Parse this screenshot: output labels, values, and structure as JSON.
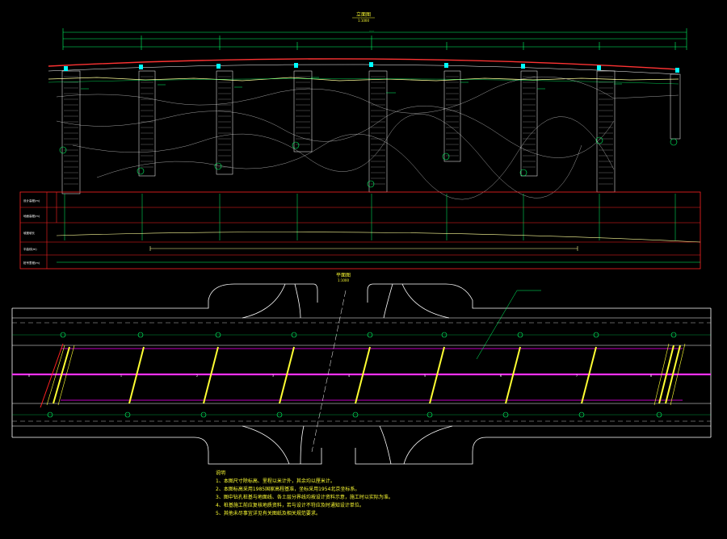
{
  "drawing": {
    "elevation_title": "立面图",
    "elevation_scale": "1:1000",
    "plan_title": "平面图",
    "plan_scale": "1:1000",
    "pier_labels": [
      "0",
      "1",
      "2",
      "3",
      "4",
      "5",
      "6",
      "7",
      "8"
    ],
    "row_labels": [
      "设计高程(m)",
      "地面高程(m)",
      "坡度坡长",
      "平曲线(m)",
      "桩号里程(m)"
    ],
    "notes_title": "说明",
    "notes": [
      "1、本图尺寸除标高、里程以米计外，其余均以厘米计。",
      "2、本图标高采用1985国家高程基准，坐标采用1954北京坐标系。",
      "3、图中钻孔桩基与地面线、各土层分界线均按设计资料示意，施工时以实际为准。",
      "4、桩基施工前应复核地质资料，若与设计不符应及时通知设计单位。",
      "5、其他未尽事宜详见有关图纸及相关规范要求。"
    ]
  },
  "colors": {
    "background": "#000000",
    "outline": "#ffffff",
    "dimension": "#00ff66",
    "road_profile": "#ff3333",
    "table_border": "#ff2222",
    "pier": "#ffff33",
    "centerline": "#ff00ff",
    "grade_line": "#ffff99"
  }
}
